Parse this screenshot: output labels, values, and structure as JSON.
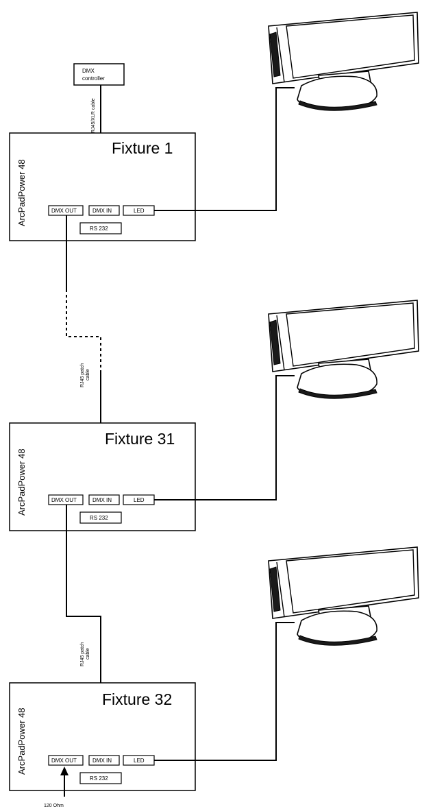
{
  "controller": {
    "line1": "DMX",
    "line2": "controller"
  },
  "cables": {
    "controller_cable": "RJ45/XLR cable",
    "patch1_line1": "RJ45 patch",
    "patch1_line2": "cable",
    "patch2_line1": "RJ45 patch",
    "patch2_line2": "cable"
  },
  "terminator": "120 Ohm",
  "fixtures": [
    {
      "title": "Fixture 1",
      "model": "ArcPadPower 48",
      "ports": {
        "dmx_out": "DMX OUT",
        "dmx_in": "DMX IN",
        "led": "LED",
        "rs232": "RS 232"
      }
    },
    {
      "title": "Fixture 31",
      "model": "ArcPadPower 48",
      "ports": {
        "dmx_out": "DMX OUT",
        "dmx_in": "DMX IN",
        "led": "LED",
        "rs232": "RS 232"
      }
    },
    {
      "title": "Fixture 32",
      "model": "ArcPadPower 48",
      "ports": {
        "dmx_out": "DMX OUT",
        "dmx_in": "DMX IN",
        "led": "LED",
        "rs232": "RS 232"
      }
    }
  ],
  "lamp_icon": "led-fixture-lamp-icon"
}
